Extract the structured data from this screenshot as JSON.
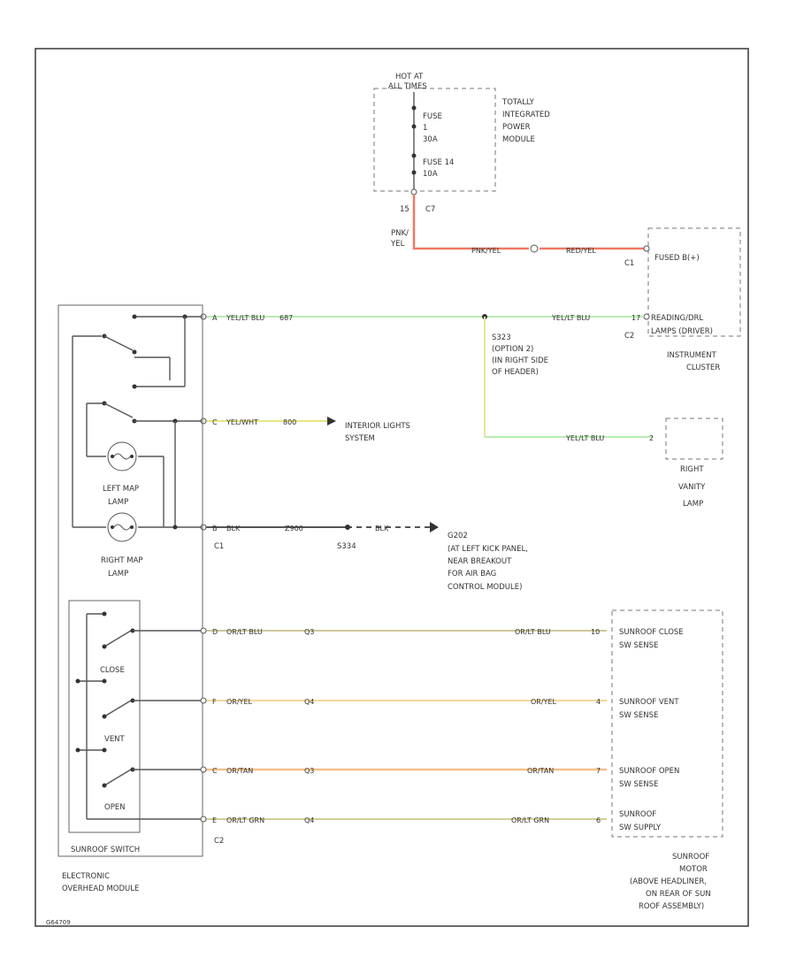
{
  "diagram_id": "G64709",
  "power": {
    "hot_at": [
      "HOT AT",
      "ALL TIMES"
    ],
    "fuse1": [
      "FUSE",
      "1",
      "30A"
    ],
    "fuse2": [
      "FUSE 14",
      "10A"
    ],
    "module": [
      "TOTALLY",
      "INTEGRATED",
      "POWER",
      "MODULE"
    ],
    "pin_left": "15",
    "pin_right": "C7",
    "wire_vertical": [
      "PNK/",
      "YEL"
    ],
    "wire_h1": "PNK/YEL",
    "wire_h2": "RED/YEL"
  },
  "cluster": {
    "c1": "C1",
    "c2": "C2",
    "fused": "FUSED B(+)",
    "readlamps": [
      "READING/DRL",
      "LAMPS (DRIVER)"
    ],
    "name": [
      "INSTRUMENT",
      "CLUSTER"
    ]
  },
  "wires": {
    "w1": {
      "pin": "A",
      "color": "YEL/LT BLU",
      "gauge": "687"
    },
    "w1_right": "YEL/LT BLU",
    "w1_cluster_pin": "17",
    "splice1": [
      "S323",
      "(OPTION 2)",
      "(IN RIGHT SIDE",
      "OF HEADER)"
    ],
    "w_vanity": "YEL/LT BLU",
    "vanity_pin": "2",
    "vanity": [
      "RIGHT",
      "VANITY",
      "LAMP"
    ],
    "w2": {
      "pin": "C",
      "color": "YEL/WHT",
      "gauge": "800"
    },
    "w2_dest": [
      "INTERIOR LIGHTS",
      "SYSTEM"
    ],
    "w3": {
      "pin": "B",
      "color": "BLK",
      "gauge": "Z900"
    },
    "w3_conn": "C1",
    "splice2": "S334",
    "w3b": "BLK",
    "ground": [
      "G202",
      "(AT LEFT KICK PANEL,",
      "NEAR BREAKOUT",
      "FOR AIR BAG",
      "CONTROL MODULE)"
    ],
    "sun": [
      {
        "pin": "D",
        "color": "OR/LT BLU",
        "gauge": "Q3",
        "right_color": "OR/LT BLU",
        "right_pin": "10",
        "dest": [
          "SUNROOF CLOSE",
          "SW SENSE"
        ]
      },
      {
        "pin": "F",
        "color": "OR/YEL",
        "gauge": "Q4",
        "right_color": "OR/YEL",
        "right_pin": "4",
        "dest": [
          "SUNROOF VENT",
          "SW SENSE"
        ]
      },
      {
        "pin": "C",
        "color": "OR/TAN",
        "gauge": "Q3",
        "right_color": "OR/TAN",
        "right_pin": "7",
        "dest": [
          "SUNROOF OPEN",
          "SW SENSE"
        ]
      },
      {
        "pin": "E",
        "color": "OR/LT GRN",
        "gauge": "Q4",
        "right_color": "OR/LT GRN",
        "right_pin": "6",
        "dest": [
          "SUNROOF",
          "SW SUPPLY"
        ]
      }
    ],
    "sun_conn": "C2"
  },
  "overhead": {
    "left_lamp": [
      "LEFT MAP",
      "LAMP"
    ],
    "right_lamp": [
      "RIGHT MAP",
      "LAMP"
    ],
    "close": "CLOSE",
    "vent": "VENT",
    "open": "OPEN",
    "sunroof_switch": "SUNROOF SWITCH",
    "name": [
      "ELECTRONIC",
      "OVERHEAD MODULE"
    ]
  },
  "sunroof_motor": [
    "SUNROOF",
    "MOTOR",
    "(ABOVE HEADLINER,",
    "ON REAR OF SUN",
    "ROOF ASSEMBLY)"
  ],
  "colors": {
    "pnk_yel": "#f07a62",
    "yel_ltblu": "#b8ecb0",
    "yel": "#e7e79a",
    "yel_wht": "#e6e680",
    "blk": "#555555",
    "or_ltblu": "#cfc79a",
    "or_yel": "#f5d79a",
    "or_tan": "#f2c08a",
    "or_ltgrn": "#d2d098"
  }
}
